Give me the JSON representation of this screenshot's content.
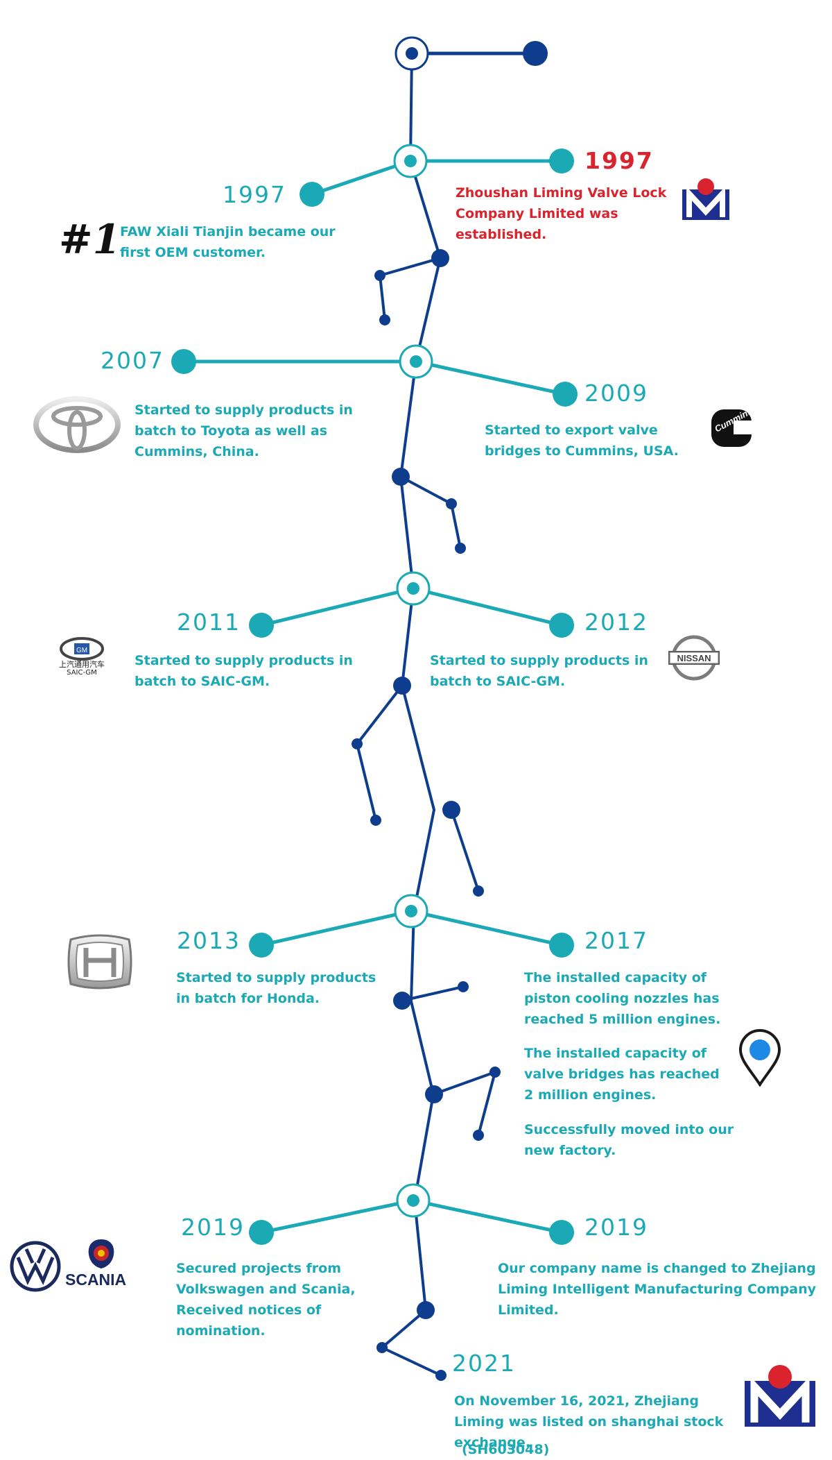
{
  "colors": {
    "teal": "#1aa9b5",
    "navy": "#0d3d8c",
    "red": "#d9232d",
    "logo_blue": "#1e2f8f"
  },
  "timeline": [
    {
      "id": "e1997a",
      "year": "1997",
      "text": "Zhoushan  Liming Valve Lock Company Limited was established.",
      "logo": "liming-logo-icon",
      "emphasis": "red"
    },
    {
      "id": "e1997b",
      "year": "1997",
      "text": "FAW Xiali Tianjin became our first OEM customer.",
      "logo": "number-one-icon"
    },
    {
      "id": "e2007",
      "year": "2007",
      "text": "Started to supply products in batch to Toyota as well as Cummins, China.",
      "logo": "toyota-logo-icon"
    },
    {
      "id": "e2009",
      "year": "2009",
      "text": "Started to export valve bridges to Cummins, USA.",
      "logo": "cummins-logo-icon"
    },
    {
      "id": "e2011",
      "year": "2011",
      "text": "Started to supply products in batch to SAIC-GM.",
      "logo": "saic-gm-logo-icon"
    },
    {
      "id": "e2012",
      "year": "2012",
      "text": "Started to supply products in batch to SAIC-GM.",
      "logo": "nissan-logo-icon"
    },
    {
      "id": "e2013",
      "year": "2013",
      "text": "Started to supply products in batch for Honda.",
      "logo": "honda-logo-icon"
    },
    {
      "id": "e2017",
      "year": "2017",
      "items": [
        "The installed capacity of piston cooling nozzles has reached 5 million engines.",
        "The installed capacity of valve bridges has reached 2 million engines.",
        "Successfully moved into our new factory."
      ],
      "logo": "location-pin-icon"
    },
    {
      "id": "e2019a",
      "year": "2019",
      "text": "Secured projects from Volkswagen and Scania, Received notices of nomination.",
      "logo": "volkswagen-scania-logo-icon"
    },
    {
      "id": "e2019b",
      "year": "2019",
      "text": "Our company name is changed to Zhejiang Liming Intelligent Manufacturing Company Limited."
    },
    {
      "id": "e2021",
      "year": "2021",
      "text": "On November 16, 2021, Zhejiang Liming was listed on shanghai stock exchange.",
      "note": "(SH603048)",
      "logo": "liming-logo-icon"
    }
  ],
  "logo_texts": {
    "number_one": "#1",
    "saic_gm_cn": "上汽通用汽车",
    "saic_gm_en": "SAIC-GM",
    "nissan": "NISSAN",
    "cummins": "Cummins",
    "scania": "SCANIA",
    "gm": "GM"
  }
}
